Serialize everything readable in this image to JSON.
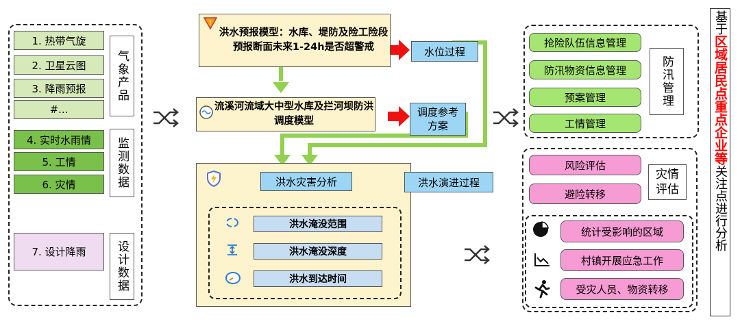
{
  "weather": {
    "items": [
      "1. 热带气旋",
      "2. 卫星云图",
      "3. 降雨预报",
      "#..."
    ],
    "label": "气象产品"
  },
  "monitor": {
    "items": [
      "4. 实时水雨情",
      "5.  工情",
      "6. 灾情"
    ],
    "label": "监测数据"
  },
  "design": {
    "item": "7. 设计降雨",
    "label": "设计数据"
  },
  "model1": "洪水预报模型：水库、堤防及险工险段预报断面未来1-24h是否超警戒",
  "model1_out": "水位过程",
  "model2": "流溪河流域大中型水库及拦河坝防洪调度模型",
  "model2_out": "调度参考方案",
  "disaster": {
    "title": "洪水灾害分析",
    "out": "洪水演进过程",
    "items": [
      "洪水淹没范围",
      "洪水淹没深度",
      "洪水到达时间"
    ]
  },
  "flood_mgmt": {
    "items": [
      "抢险队伍信息管理",
      "防汛物资信息管理",
      "预案管理",
      "工情管理"
    ],
    "label": "防汛管理"
  },
  "disaster_eval": {
    "items": [
      "风险评估",
      "避险转移"
    ],
    "label": "灾情评估"
  },
  "impact": [
    "统计受影响的区域",
    "村镇开展应急工作",
    "受灾人员、物资转移"
  ],
  "right_title": {
    "prefix": "基于",
    "highlight": "区域居民点重点企业等",
    "suffix": "关注点进行分析"
  },
  "colors": {
    "arrow": "#ee1111",
    "connector": "#92d050",
    "highlight": "#ff0000"
  },
  "icons": [
    "shuffle-icon",
    "warning-triangle-icon",
    "dam-gauge-icon",
    "shield-lightning-icon",
    "cycle-icon",
    "depth-icon",
    "clock-icon",
    "pie-chart-icon",
    "line-chart-icon",
    "running-person-icon"
  ]
}
